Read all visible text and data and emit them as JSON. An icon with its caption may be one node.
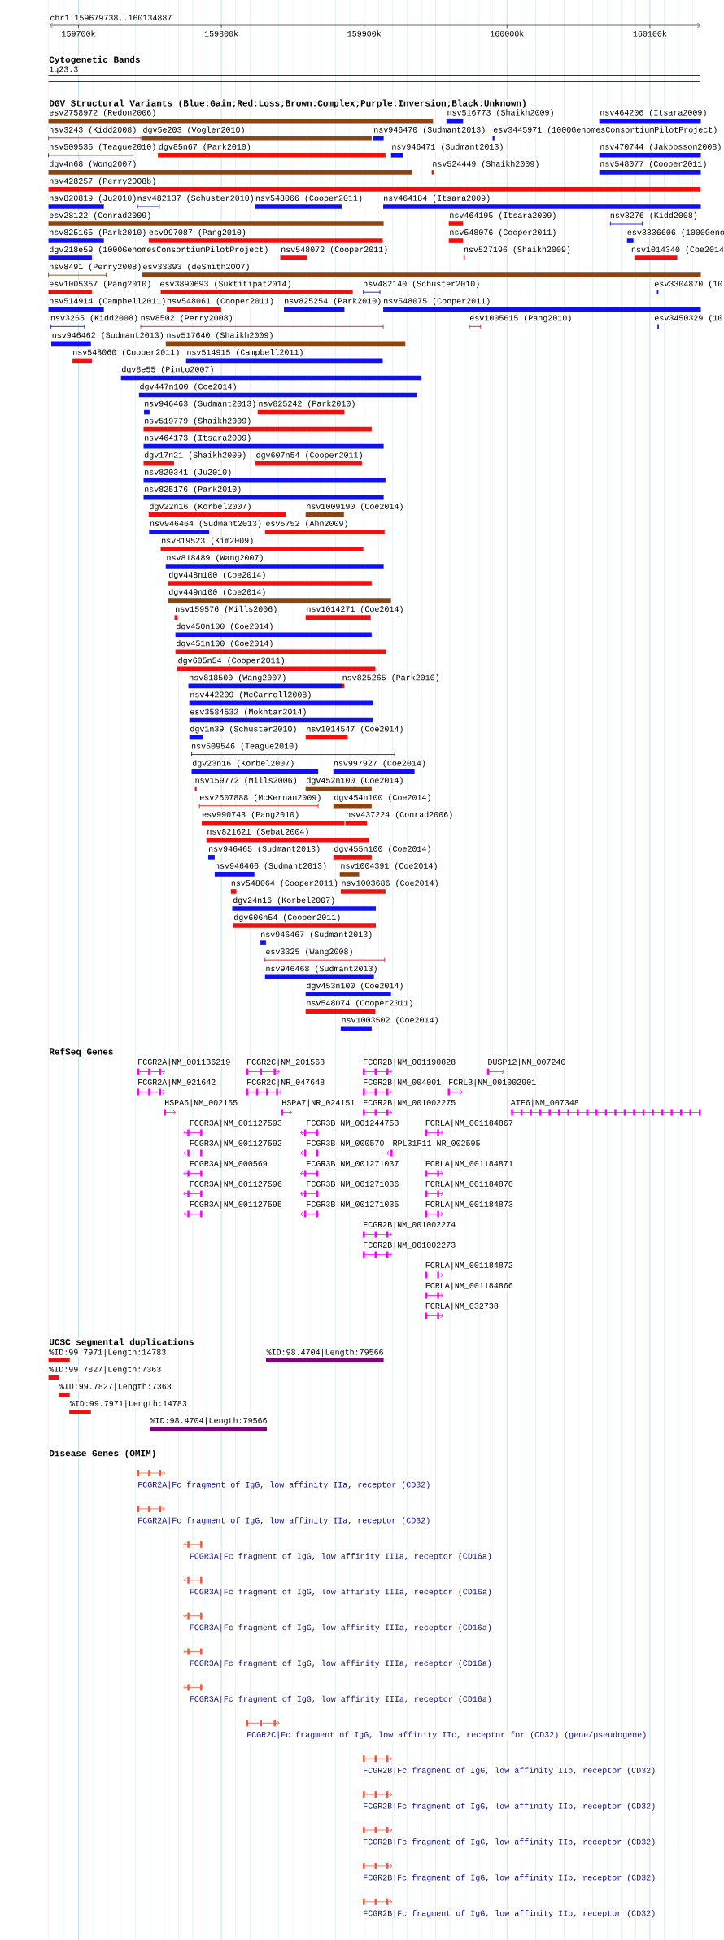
{
  "diagram": {
    "labels": [
      "chr1:159679738..160134887",
      "159700k",
      "159800k",
      "159900k",
      "160000k",
      "160100k",
      "Cytogenetic Bands",
      "1q23.3",
      "DGV Structural Variants (Blue:Gain;Red:Loss;Brown:Complex;Purple:Inversion;Black:Unknown)",
      "esv2758972 (Redon2006)",
      "nsv516773 (Shaikh2009)",
      "nsv464206 (Itsara2009)",
      "nsv3243 (Kidd2008)",
      "dgv5e203 (Vogler2010)",
      "nsv946470 (Sudmant2013)",
      "esv3445971 (1000GenomesConsortiumPilotProject)",
      "nsv509535 (Teague2010)",
      "dgv85n67 (Park2010)",
      "nsv946471 (Sudmant2013)",
      "nsv470744 (Jakobsson2008)",
      "dgv4n68 (Wong2007)",
      "nsv524449 (Shaikh2009)",
      "nsv548077 (Cooper2011)",
      "nsv428257 (Perry2008b)",
      "nsv820819 (Ju2010)",
      "nsv482137 (Schuster2010)",
      "nsv548066 (Cooper2011)",
      "nsv464184 (Itsara2009)",
      "esv28122 (Conrad2009)",
      "nsv464195 (Itsara2009)",
      "nsv3276 (Kidd2008)",
      "nsv825165 (Park2010)",
      "esv997087 (Pang2010)",
      "nsv548076 (Cooper2011)",
      "esv3336606 (1000Geno",
      "dgv218e59 (1000GenomesConsortiumPilotProject)",
      "nsv548072 (Cooper2011)",
      "nsv527196 (Shaikh2009)",
      "nsv1014340 (Coe2014",
      "nsv8491 (Perry2008)",
      "esv33393 (deSmith2007)",
      "esv1005357 (Pang2010)",
      "esv3890693 (Suktitipat2014)",
      "nsv482140 (Schuster2010)",
      "esv3304870 (10",
      "nsv514914 (Campbell2011)",
      "nsv548061 (Cooper2011)",
      "nsv825254 (Park2010)",
      "nsv548075 (Cooper2011)",
      "nsv3265 (Kidd2008)",
      "nsv8502 (Perry2008)",
      "esv1005615 (Pang2010)",
      "esv3450329 (10",
      "nsv946462 (Sudmant2013)",
      "nsv517640 (Shaikh2009)",
      "nsv548060 (Cooper2011)",
      "nsv514915 (Campbell2011)",
      "dgv8e55 (Pinto2007)",
      "dgv447n100 (Coe2014)",
      "nsv946463 (Sudmant2013)",
      "nsv825242 (Park2010)",
      "nsv519779 (Shaikh2009)",
      "nsv464173 (Itsara2009)",
      "dgv17n21 (Shaikh2009)",
      "dgv607n54 (Cooper2011)",
      "nsv820341 (Ju2010)",
      "nsv825176 (Park2010)",
      "dgv22n16 (Korbel2007)",
      "nsv1009190 (Coe2014)",
      "nsv946464 (Sudmant2013)",
      "esv5752 (Ahn2009)",
      "nsv819523 (Kim2009)",
      "nsv818489 (Wang2007)",
      "dgv448n100 (Coe2014)",
      "dgv449n100 (Coe2014)",
      "nsv159576 (Mills2006)",
      "nsv1014271 (Coe2014)",
      "dgv450n100 (Coe2014)",
      "dgv451n100 (Coe2014)",
      "dgv605n54 (Cooper2011)",
      "nsv818500 (Wang2007)",
      "nsv825265 (Park2010)",
      "nsv442209 (McCarroll2008)",
      "esv3584532 (Mokhtar2014)",
      "dgv1n39 (Schuster2010)",
      "nsv1014547 (Coe2014)",
      "nsv509546 (Teague2010)",
      "dgv23n16 (Korbel2007)",
      "nsv997927 (Coe2014)",
      "nsv159772 (Mills2006)",
      "dgv452n100 (Coe2014)",
      "esv2507888 (McKernan2009)",
      "dgv454n100 (Coe2014)",
      "esv990743 (Pang2010)",
      "nsv437224 (Conrad2006)",
      "nsv821621 (Sebat2004)",
      "nsv946465 (Sudmant2013)",
      "dgv455n100 (Coe2014)",
      "nsv946466 (Sudmant2013)",
      "nsv1004391 (Coe2014)",
      "nsv548064 (Cooper2011)",
      "nsv1003686 (Coe2014)",
      "dgv24n16 (Korbel2007)",
      "dgv606n54 (Cooper2011)",
      "nsv946467 (Sudmant2013)",
      "esv3325 (Wang2008)",
      "nsv946468 (Sudmant2013)",
      "dgv453n100 (Coe2014)",
      "nsv548074 (Cooper2011)",
      "nsv1003502 (Coe2014)",
      "RefSeq Genes",
      "FCGR2A|NM_001136219",
      "FCGR2C|NM_201563",
      "FCGR2B|NM_001190828",
      "DUSP12|NM_007240",
      "FCGR2A|NM_021642",
      "FCGR2C|NR_047648",
      "FCGR2B|NM_004001",
      "FCRLB|NM_001002901",
      "HSPA6|NM_002155",
      "HSPA7|NR_024151",
      "FCGR2B|NM_001002275",
      "ATF6|NM_007348",
      "FCGR3A|NM_001127593",
      "FCGR3B|NM_001244753",
      "FCRLA|NM_001184867",
      "FCGR3A|NM_001127592",
      "FCGR3B|NM_000570",
      "RPL31P11|NR_002595",
      "FCGR3A|NM_000569",
      "FCGR3B|NM_001271037",
      "FCRLA|NM_001184871",
      "FCGR3A|NM_001127596",
      "FCGR3B|NM_001271036",
      "FCRLA|NM_001184870",
      "FCGR3A|NM_001127595",
      "FCGR3B|NM_001271035",
      "FCRLA|NM_001184873",
      "FCGR2B|NM_001002274",
      "FCGR2B|NM_001002273",
      "FCRLA|NM_001184872",
      "FCRLA|NM_001184866",
      "FCRLA|NM_032738",
      "UCSC segmental duplications",
      "%ID:99.7971|Length:14783",
      "%ID:98.4704|Length:79566",
      "%ID:99.7827|Length:7363",
      "%ID:99.7827|Length:7363",
      "%ID:99.7971|Length:14783",
      "%ID:98.4704|Length:79566",
      "Disease Genes (OMIM)",
      "FCGR2A|Fc fragment of IgG, low affinity IIa, receptor (CD32)",
      "FCGR2A|Fc fragment of IgG, low affinity IIa, receptor (CD32)",
      "FCGR3A|Fc fragment of IgG, low affinity IIIa, receptor (CD16a)",
      "FCGR3A|Fc fragment of IgG, low affinity IIIa, receptor (CD16a)",
      "FCGR3A|Fc fragment of IgG, low affinity IIIa, receptor (CD16a)",
      "FCGR3A|Fc fragment of IgG, low affinity IIIa, receptor (CD16a)",
      "FCGR3A|Fc fragment of IgG, low affinity IIIa, receptor (CD16a)",
      "FCGR2C|Fc fragment of IgG, low affinity IIc, receptor for (CD32) (gene/pseudogene)",
      "FCGR2B|Fc fragment of IgG, low affinity IIb, receptor (CD32)",
      "FCGR2B|Fc fragment of IgG, low affinity IIb, receptor (CD32)",
      "FCGR2B|Fc fragment of IgG, low affinity IIb, receptor (CD32)",
      "FCGR2B|Fc fragment of IgG, low affinity IIb, receptor (CD32)",
      "FCGR2B|Fc fragment of IgG, low affinity IIb, receptor (CD32)"
    ]
  }
}
